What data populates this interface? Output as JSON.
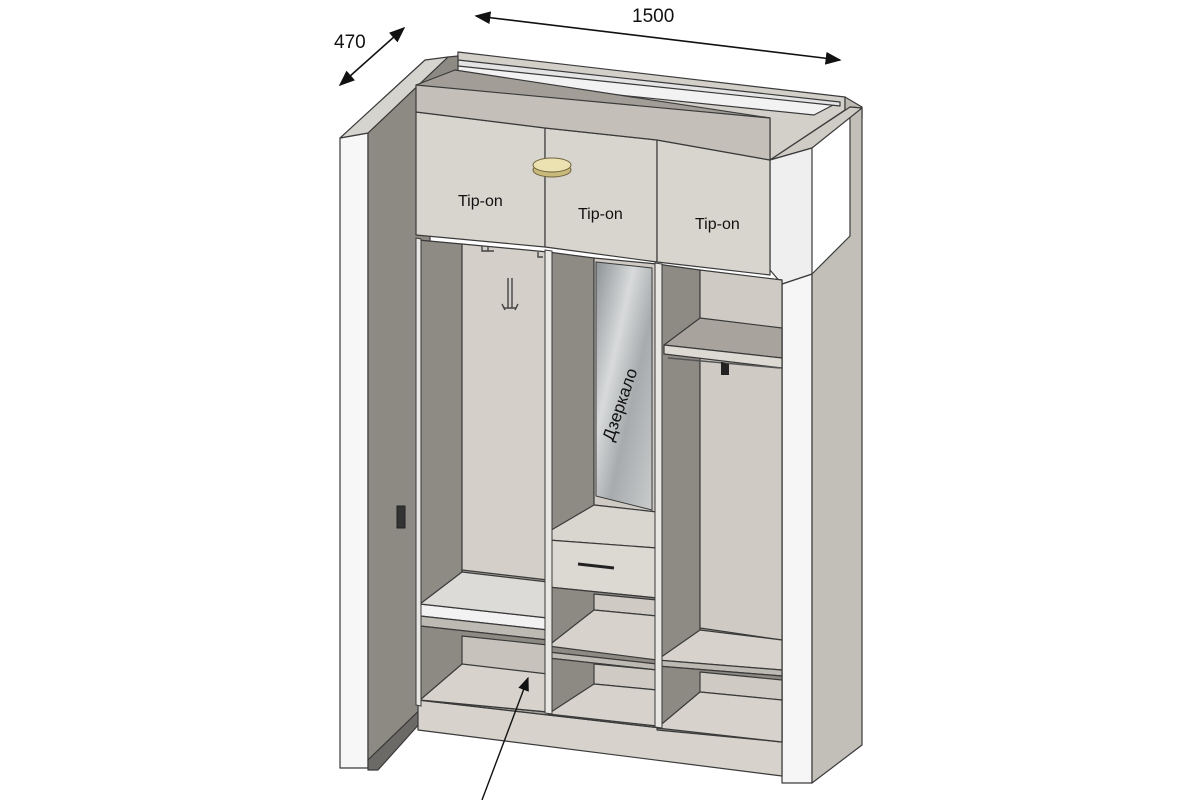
{
  "dimensions": {
    "width_label": "1500",
    "depth_label": "470"
  },
  "doors": [
    {
      "label": "Tip-on"
    },
    {
      "label": "Tip-on"
    },
    {
      "label": "Tip-on"
    }
  ],
  "mirror": {
    "label": "Дзеркало"
  },
  "colors": {
    "panel_light": "#d9d6cf",
    "panel_mid": "#c8c4bc",
    "interior_dark": "#8b8882",
    "interior_back": "#cfcbc4",
    "side_white": "#f6f6f6",
    "mirror": "#b5b9bb",
    "light_fixture": "#e6d9a3",
    "outline": "#3a3a3a"
  }
}
